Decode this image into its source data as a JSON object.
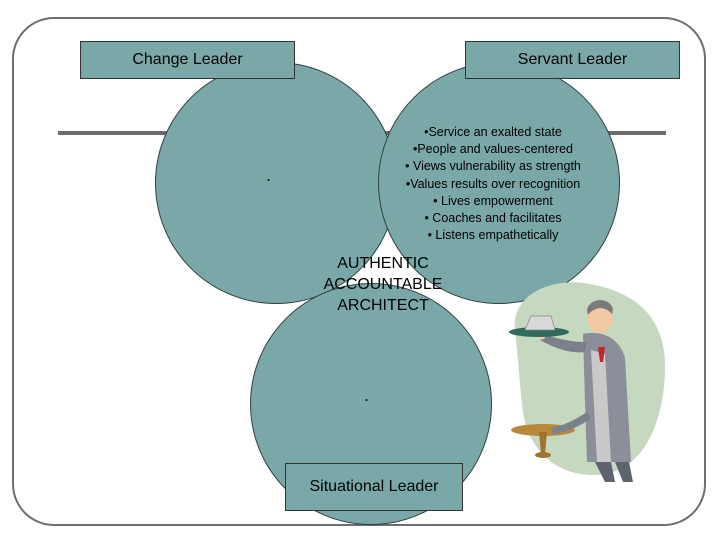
{
  "labels": {
    "change_leader": "Change Leader",
    "servant_leader": "Servant Leader",
    "situational_leader": "Situational Leader"
  },
  "servant_traits": [
    "•Service an exalted state",
    "•People and values-centered",
    "• Views vulnerability as strength",
    "•Values results over recognition",
    "• Lives empowerment",
    "• Coaches and facilitates",
    "• Listens empathetically"
  ],
  "center": {
    "line1": "AUTHENTIC",
    "line2": "ACCOUNTABLE",
    "line3": "ARCHITECT"
  },
  "placeholders": {
    "change_dot": ".",
    "situational_dot": "."
  },
  "colors": {
    "circle_fill": "#7aa8a8",
    "frame": "#6e6e6e",
    "rule": "#6b6b6b"
  },
  "icons": {
    "clipart": "waiter-with-tray-icon"
  }
}
